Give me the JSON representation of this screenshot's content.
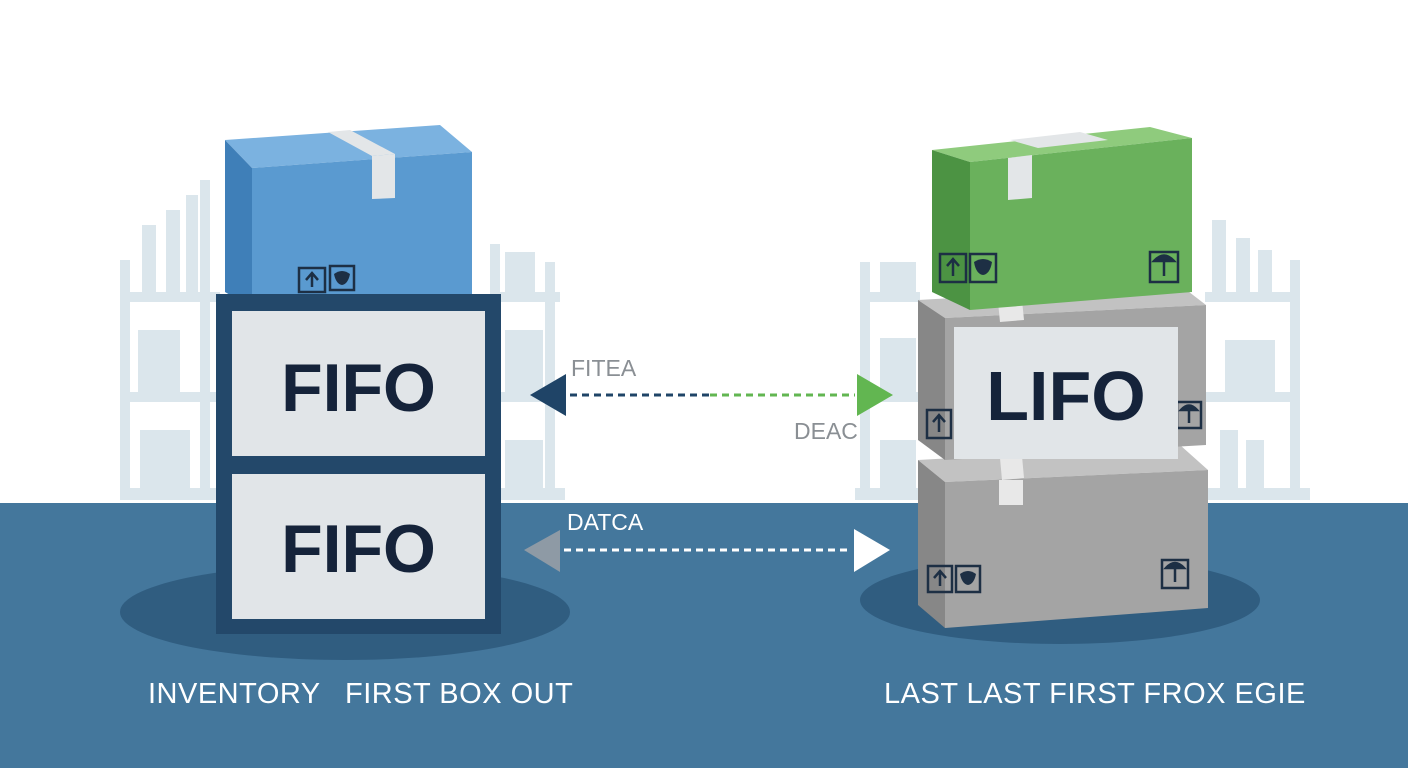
{
  "colors": {
    "floor": "#44779c",
    "shelf": "#dbe6ec",
    "fifo_box_blue": "#5a9ad0",
    "lifo_box_green": "#6ab15c",
    "lifo_box_grey": "#a4a4a4",
    "fifo_stack_frame": "#23486a",
    "arrow_navy": "#1f4467",
    "arrow_green": "#62b651"
  },
  "icons": [
    "this-way-up-icon",
    "fragile-glass-icon",
    "keep-dry-umbrella-icon"
  ],
  "left_stack": {
    "top_label": "FIFO",
    "bottom_label": "FIFO"
  },
  "right_stack": {
    "label": "LIFO"
  },
  "arrows": {
    "upper_left_label": "FITEA",
    "upper_right_label": "DEAC",
    "lower_label": "DATCA"
  },
  "captions": {
    "left_a": "INVENTORY",
    "left_b": "FIRST BOX OUT",
    "right": "LAST LAST FIRST FROX EGIE"
  }
}
